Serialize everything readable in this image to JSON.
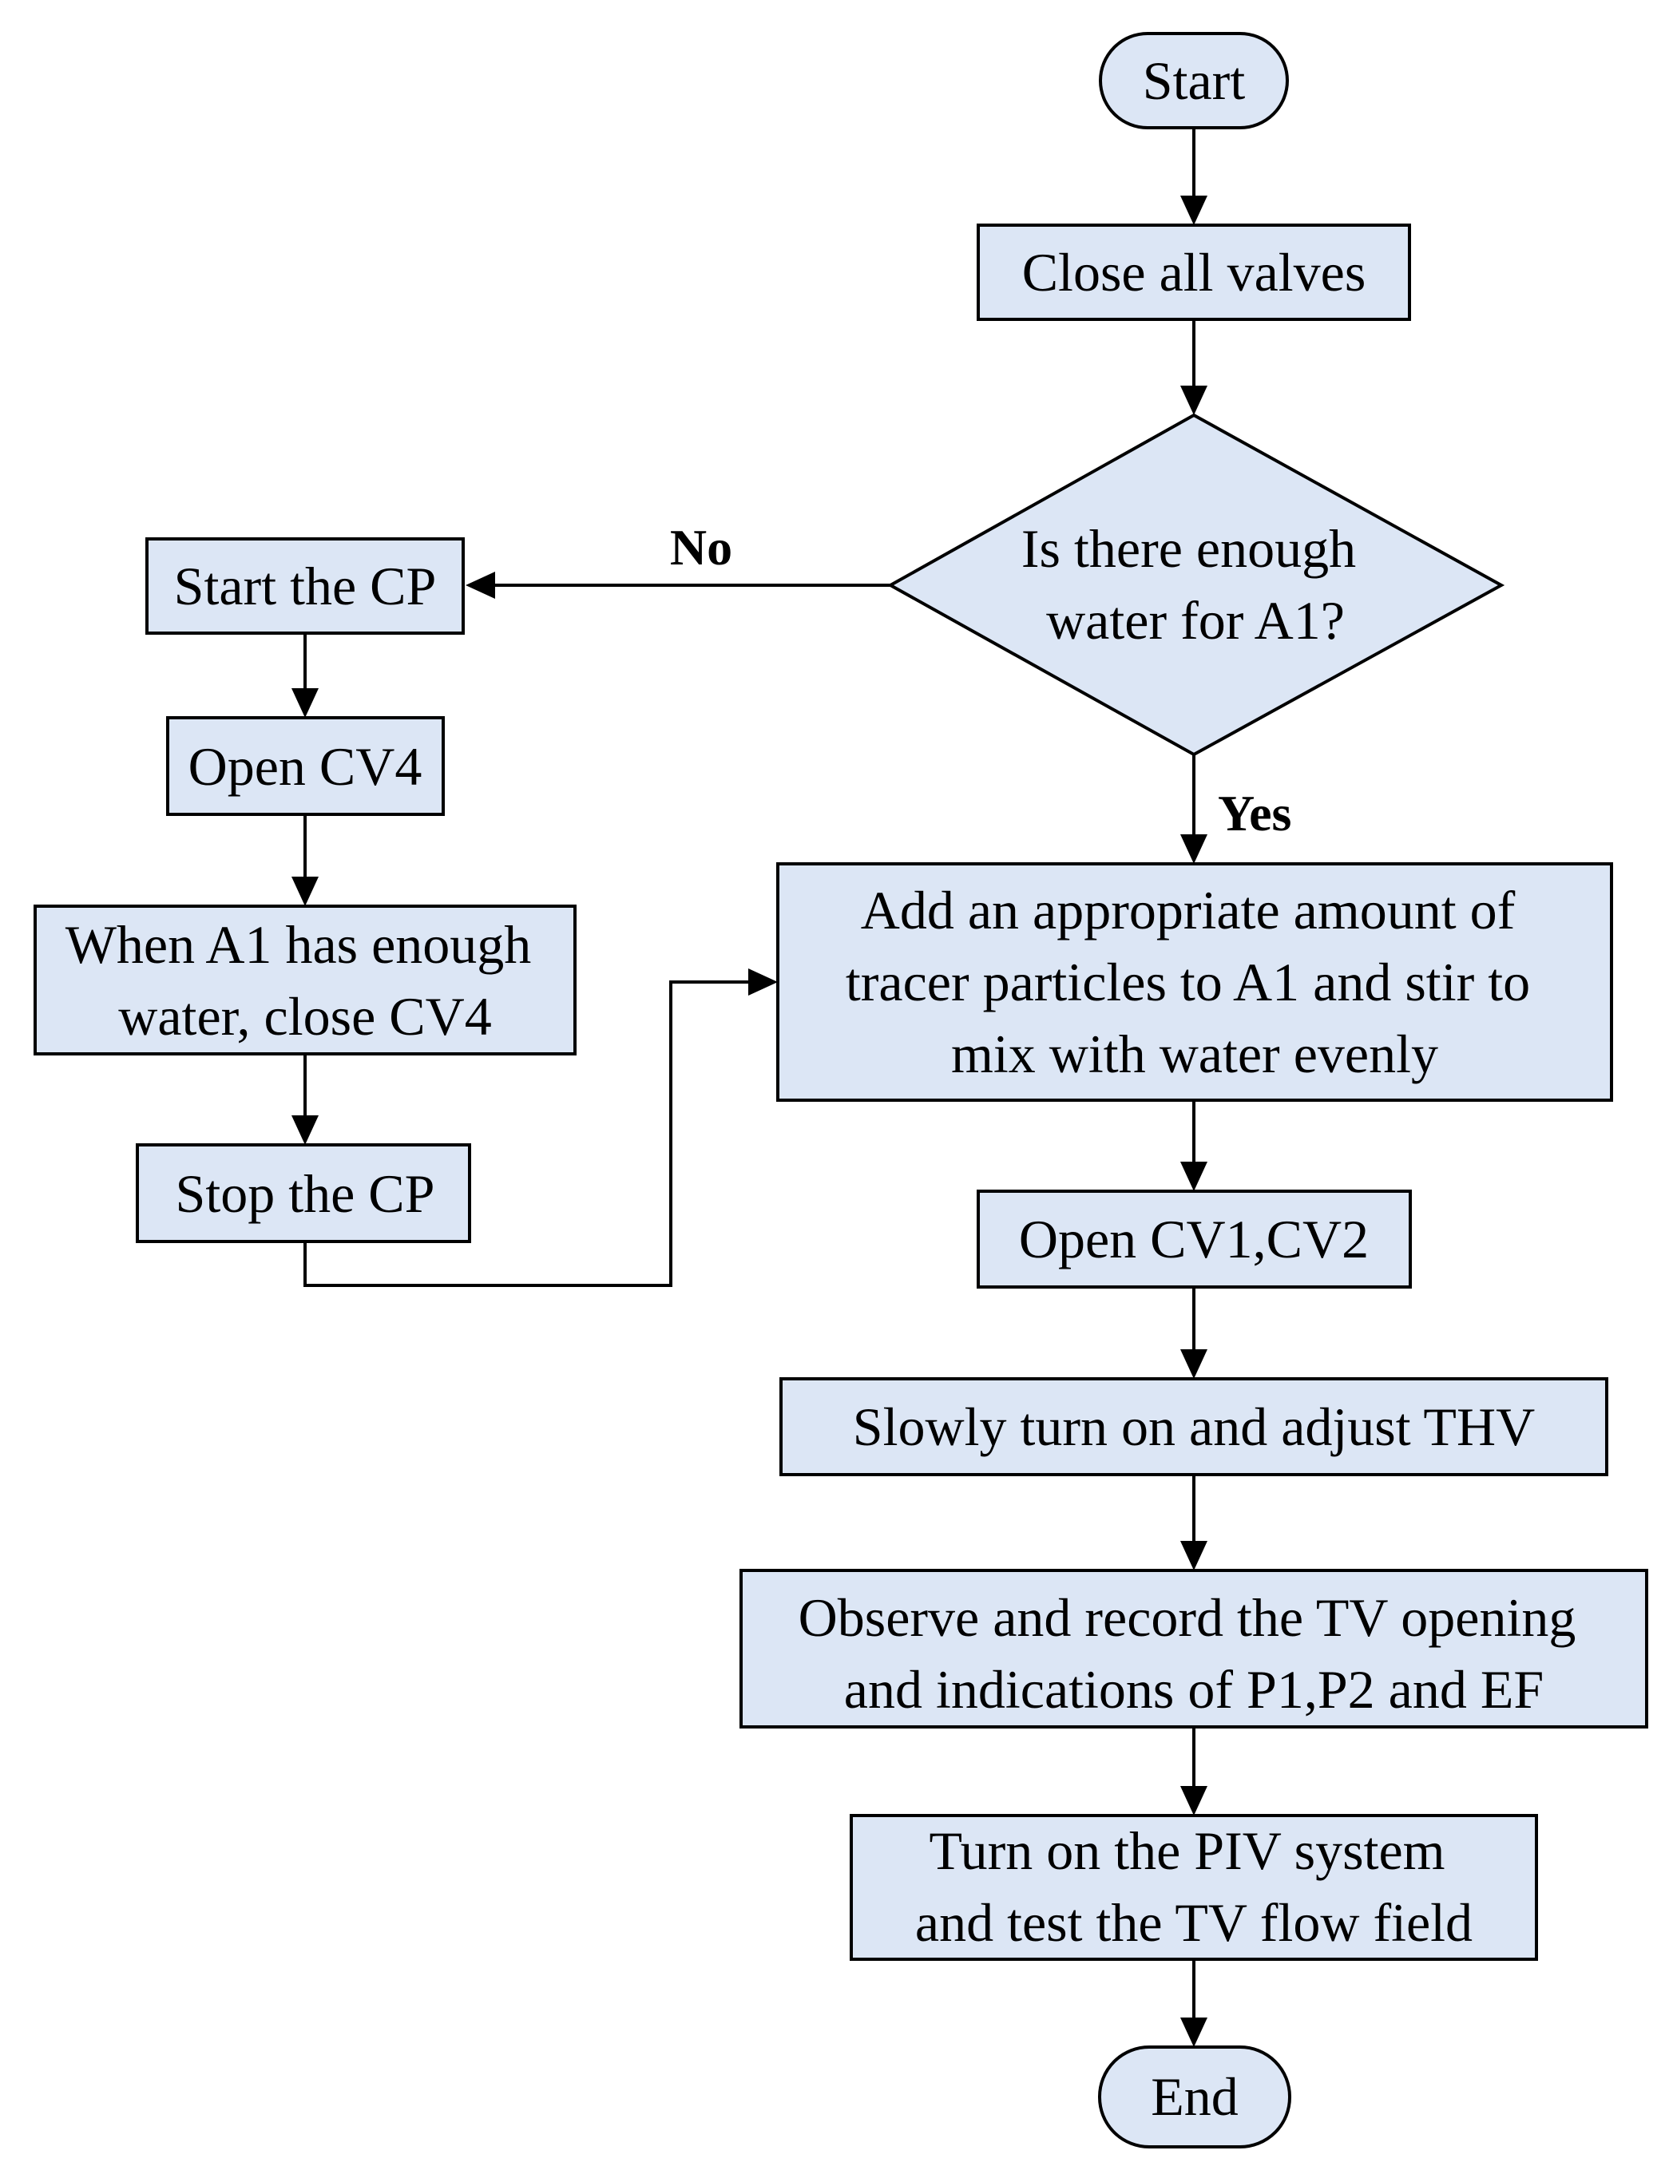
{
  "nodes": {
    "start": [
      "Start"
    ],
    "close_valves": [
      "Close all valves"
    ],
    "decision": [
      "Is there enough",
      "water for A1?"
    ],
    "start_cp": [
      "Start the CP"
    ],
    "open_cv4": [
      "Open CV4"
    ],
    "close_cv4": [
      "When A1 has enough",
      "water, close CV4"
    ],
    "stop_cp": [
      "Stop the CP"
    ],
    "add_tracer": [
      "Add an appropriate amount of",
      "tracer particles to A1 and stir to",
      "mix with water evenly"
    ],
    "open_cv12": [
      "Open CV1,CV2"
    ],
    "adjust_thv": [
      "Slowly turn on and adjust THV"
    ],
    "observe": [
      "Observe and record the TV opening",
      "and indications of P1,P2 and EF"
    ],
    "piv": [
      "Turn on the PIV system",
      "and test the TV flow field"
    ],
    "end": [
      "End"
    ]
  },
  "edge_labels": {
    "no": "No",
    "yes": "Yes"
  },
  "colors": {
    "node_fill": "#dce6f5",
    "stroke": "#000000"
  }
}
